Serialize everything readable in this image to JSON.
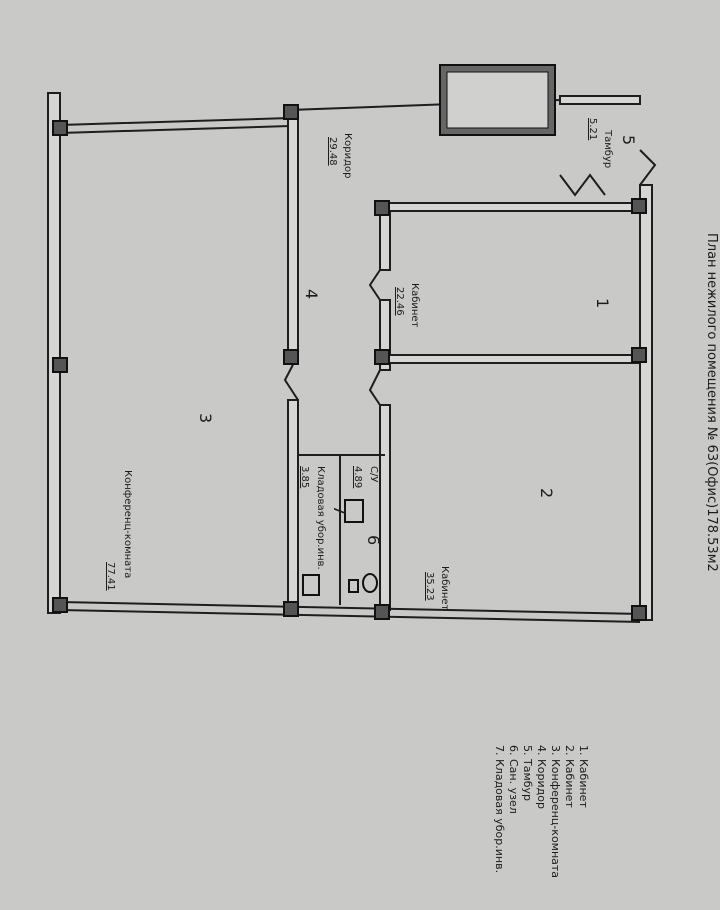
{
  "title": "План нежилого помещения № 63(Офис)178.53м2",
  "rooms": [
    {
      "number": "1",
      "name": "Кабинет",
      "area": "22.46"
    },
    {
      "number": "2",
      "name": "Кабинет",
      "area": "35.23"
    },
    {
      "number": "3",
      "name": "Конференц-комната",
      "area": "77.41"
    },
    {
      "number": "4",
      "name": "Коридор",
      "area": "29.48"
    },
    {
      "number": "5",
      "name": "Тамбур",
      "area": "5.21"
    },
    {
      "number": "6",
      "name": "С/У",
      "area": "4.89"
    },
    {
      "number": "7",
      "name": "Кладовая убор.инв.",
      "area": "3.85"
    }
  ],
  "legend": [
    "1.  Кабинет",
    "2.  Кабинет",
    "3.  Конференц-комната",
    "4.  Коридор",
    "5.  Тамбур",
    "6.  Сан. узел",
    "7.  Кладовая убор.инв."
  ]
}
